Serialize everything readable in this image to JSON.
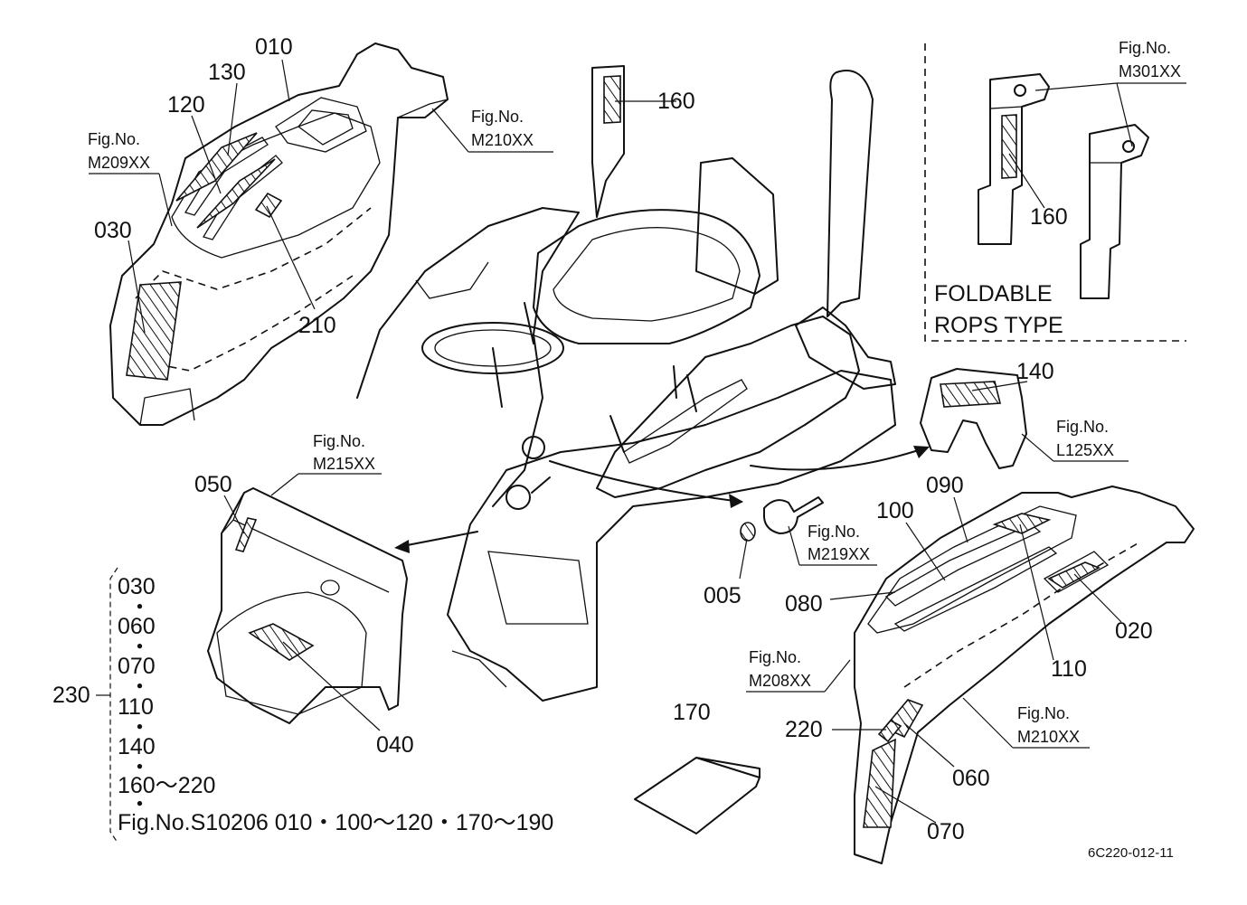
{
  "callouts": {
    "c010": "010",
    "c130": "130",
    "c120": "120",
    "c030": "030",
    "c210": "210",
    "c160_top": "160",
    "c160_rops": "160",
    "c140": "140",
    "c050": "050",
    "c040": "040",
    "c005": "005",
    "c100": "100",
    "c090": "090",
    "c080": "080",
    "c020": "020",
    "c110": "110",
    "c170": "170",
    "c220": "220",
    "c060": "060",
    "c070": "070"
  },
  "fig_refs": {
    "m209": {
      "label": "Fig.No.",
      "code": "M209XX"
    },
    "m210_top": {
      "label": "Fig.No.",
      "code": "M210XX"
    },
    "m301": {
      "label": "Fig.No.",
      "code": "M301XX"
    },
    "l125": {
      "label": "Fig.No.",
      "code": "L125XX"
    },
    "m215": {
      "label": "Fig.No.",
      "code": "M215XX"
    },
    "m219": {
      "label": "Fig.No.",
      "code": "M219XX"
    },
    "m208": {
      "label": "Fig.No.",
      "code": "M208XX"
    },
    "m210_bottom": {
      "label": "Fig.No.",
      "code": "M210XX"
    }
  },
  "rops_box": {
    "line1": "FOLDABLE",
    "line2": "ROPS TYPE"
  },
  "kit": {
    "number": "230",
    "items": [
      "030",
      "060",
      "070",
      "110",
      "140",
      "160～220"
    ],
    "separator": "・",
    "footer": "Fig.No.S10206 010・100～120・170～190"
  },
  "drawing_code": "6C220-012-11"
}
